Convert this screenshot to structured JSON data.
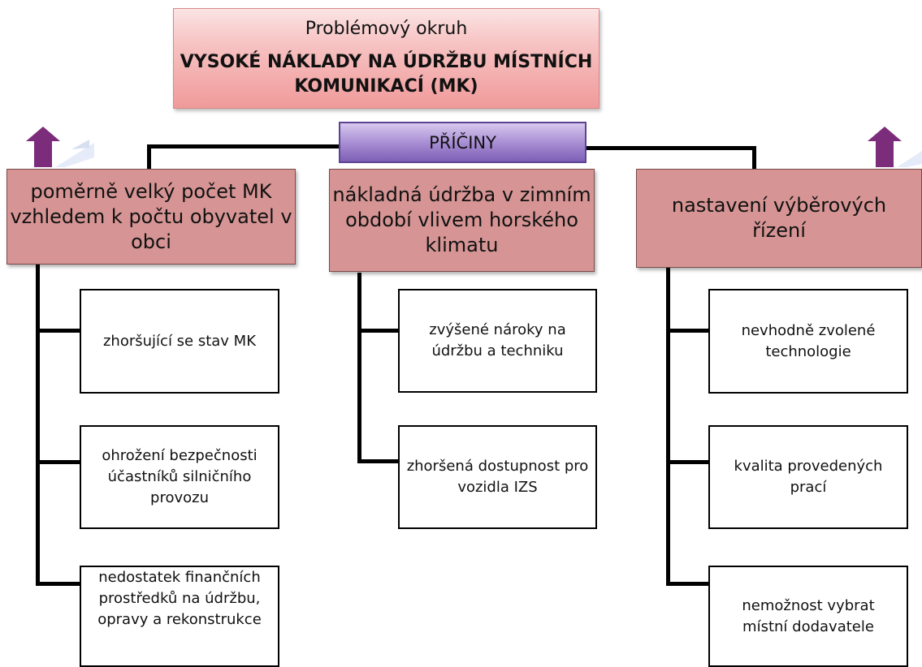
{
  "header": {
    "label": "Problémový okruh",
    "title": "VYSOKÉ NÁKLADY NA ÚDRŽBU MÍSTNÍCH KOMUNIKACÍ (MK)"
  },
  "causes_label": "PŘÍČINY",
  "colors": {
    "header_fill": "#f09a9a",
    "causes_fill": "#a98fd4",
    "cause_fill": "#d69594",
    "arrow_fill": "#7b2c7a"
  },
  "columns": [
    {
      "cause": "poměrně velký počet MK vzhledem k počtu obyvatel v obci",
      "items": [
        "zhoršující se stav MK",
        "ohrožení bezpečnosti účastníků silničního provozu",
        "nedostatek finančních prostředků na údržbu, opravy a rekonstrukce"
      ]
    },
    {
      "cause": "nákladná údržba v zimním období vlivem horského klimatu",
      "items": [
        "zvýšené nároky na údržbu a techniku",
        "zhoršená dostupnost pro vozidla IZS"
      ]
    },
    {
      "cause": "nastavení výběrových řízení",
      "items": [
        "nevhodně zvolené technologie",
        "kvalita provedených prací",
        "nemožnost vybrat místní dodavatele"
      ]
    }
  ]
}
